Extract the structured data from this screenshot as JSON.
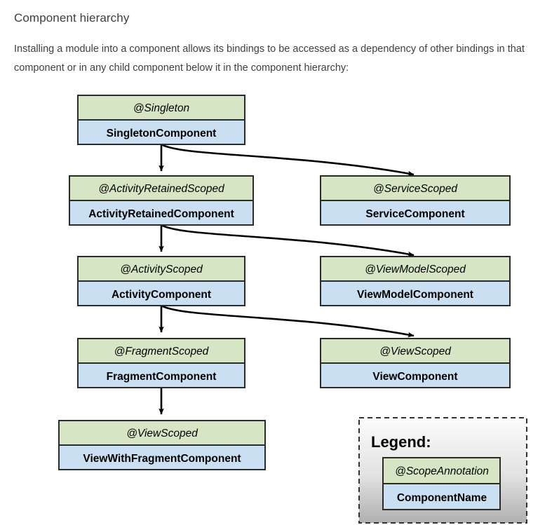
{
  "page": {
    "title": "Component hierarchy",
    "paragraph": "Installing a module into a component allows its bindings to be accessed as a dependency of other bindings in that component or in any child component below it in the component hierarchy:"
  },
  "colors": {
    "scope_fill": "#d6e6c5",
    "component_fill": "#cbdff2",
    "box_stroke": "#2b2b2b",
    "arrow": "#000000",
    "legend_border": "#333333",
    "legend_bg_top": "#fbfbfb",
    "legend_bg_bottom": "#b3b3b3",
    "heading": "#3c4043",
    "body_text": "#3c4043"
  },
  "diagram": {
    "type": "hierarchy",
    "nodes": [
      {
        "id": "singleton",
        "scope": "@Singleton",
        "component": "SingletonComponent",
        "column": "left",
        "row": 1
      },
      {
        "id": "activity-retained",
        "scope": "@ActivityRetainedScoped",
        "component": "ActivityRetainedComponent",
        "column": "left",
        "row": 2
      },
      {
        "id": "service",
        "scope": "@ServiceScoped",
        "component": "ServiceComponent",
        "column": "right",
        "row": 2
      },
      {
        "id": "activity",
        "scope": "@ActivityScoped",
        "component": "ActivityComponent",
        "column": "left",
        "row": 3
      },
      {
        "id": "viewmodel",
        "scope": "@ViewModelScoped",
        "component": "ViewModelComponent",
        "column": "right",
        "row": 3
      },
      {
        "id": "fragment",
        "scope": "@FragmentScoped",
        "component": "FragmentComponent",
        "column": "left",
        "row": 4
      },
      {
        "id": "view",
        "scope": "@ViewScoped",
        "component": "ViewComponent",
        "column": "right",
        "row": 4
      },
      {
        "id": "view-with-fragment",
        "scope": "@ViewScoped",
        "component": "ViewWithFragmentComponent",
        "column": "left",
        "row": 5
      }
    ],
    "edges": [
      {
        "from": "singleton",
        "to": "activity-retained",
        "style": "straight"
      },
      {
        "from": "singleton",
        "to": "service",
        "style": "curved"
      },
      {
        "from": "activity-retained",
        "to": "activity",
        "style": "straight"
      },
      {
        "from": "activity-retained",
        "to": "viewmodel",
        "style": "curved"
      },
      {
        "from": "activity",
        "to": "fragment",
        "style": "straight"
      },
      {
        "from": "activity",
        "to": "view",
        "style": "curved"
      },
      {
        "from": "fragment",
        "to": "view-with-fragment",
        "style": "straight"
      }
    ]
  },
  "legend": {
    "title": "Legend:",
    "sample": {
      "scope": "@ScopeAnnotation",
      "component": "ComponentName"
    }
  }
}
